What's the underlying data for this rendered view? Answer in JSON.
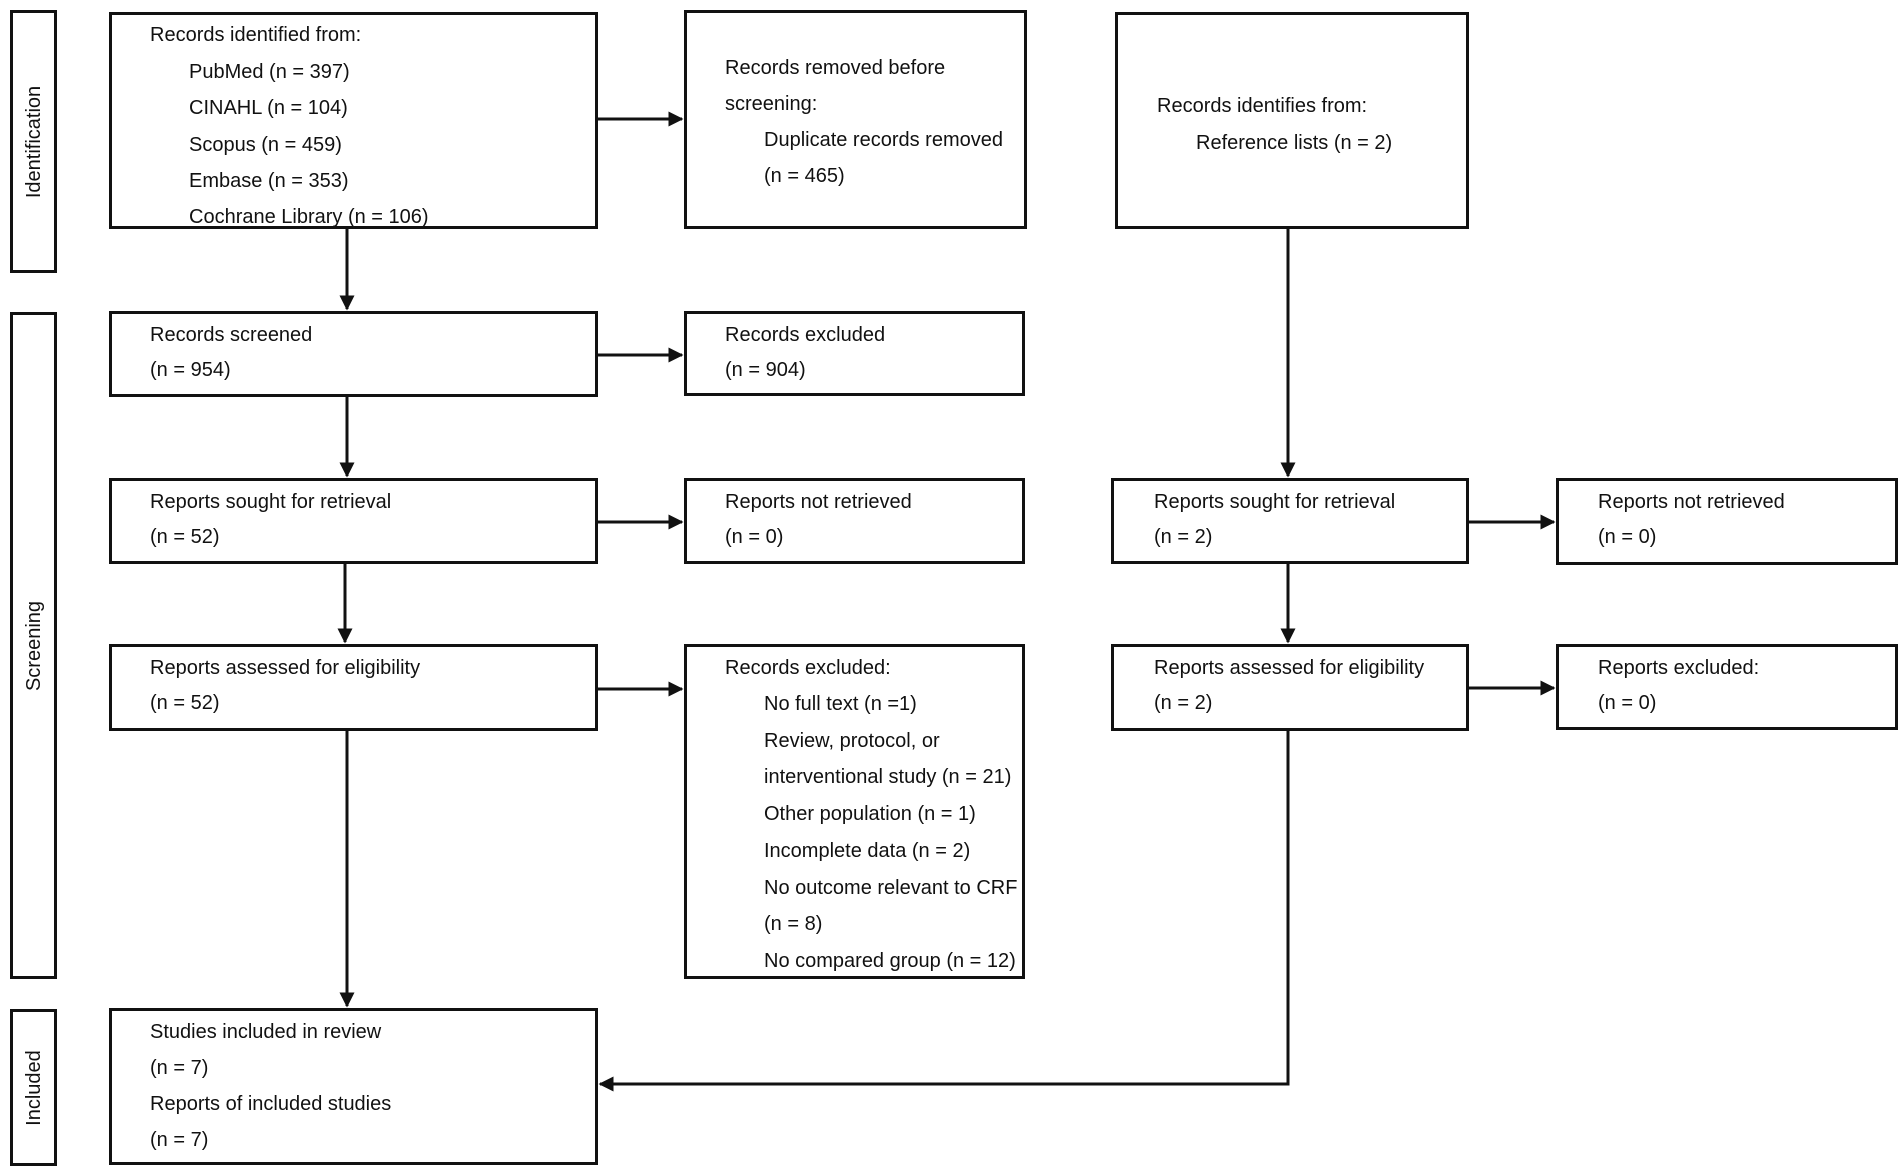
{
  "stages": {
    "identification": "Identification",
    "screening": "Screening",
    "included": "Included"
  },
  "identification": {
    "databases": {
      "heading": "Records identified from:",
      "items": [
        "PubMed (n = 397)",
        "CINAHL (n = 104)",
        "Scopus (n = 459)",
        "Embase (n = 353)",
        "Cochrane Library (n = 106)"
      ]
    },
    "removed": {
      "heading_1": "Records removed before",
      "heading_2": "screening:",
      "item_1": "Duplicate records removed",
      "item_2": "(n = 465)"
    },
    "other": {
      "heading": "Records identifies from:",
      "item": "Reference lists (n = 2)"
    }
  },
  "screening": {
    "screened": {
      "label": "Records screened",
      "count": "(n = 954)"
    },
    "excluded_screen": {
      "label": "Records excluded",
      "count": "(n = 904)"
    },
    "sought": {
      "label": "Reports sought for retrieval",
      "count": "(n = 52)"
    },
    "not_retrieved": {
      "label": "Reports not retrieved",
      "count": "(n = 0)"
    },
    "assessed": {
      "label": "Reports assessed for eligibility",
      "count": "(n = 52)"
    },
    "excluded_full": {
      "heading": "Records excluded:",
      "items": [
        "No full text (n =1)",
        "Review, protocol, or",
        "interventional study (n = 21)",
        "Other population (n = 1)",
        "Incomplete data (n = 2)",
        "No outcome relevant to CRF",
        "(n = 8)",
        "No compared group (n = 12)"
      ]
    },
    "other_sought": {
      "label": "Reports sought for retrieval",
      "count": "(n = 2)"
    },
    "other_not_retrieved": {
      "label": "Reports not retrieved",
      "count": "(n = 0)"
    },
    "other_assessed": {
      "label": "Reports assessed for eligibility",
      "count": "(n = 2)"
    },
    "other_excluded": {
      "label": "Reports excluded:",
      "count": "(n = 0)"
    }
  },
  "included": {
    "studies_label": "Studies included in review",
    "studies_count": "(n = 7)",
    "reports_label": "Reports of included studies",
    "reports_count": "(n = 7)"
  }
}
